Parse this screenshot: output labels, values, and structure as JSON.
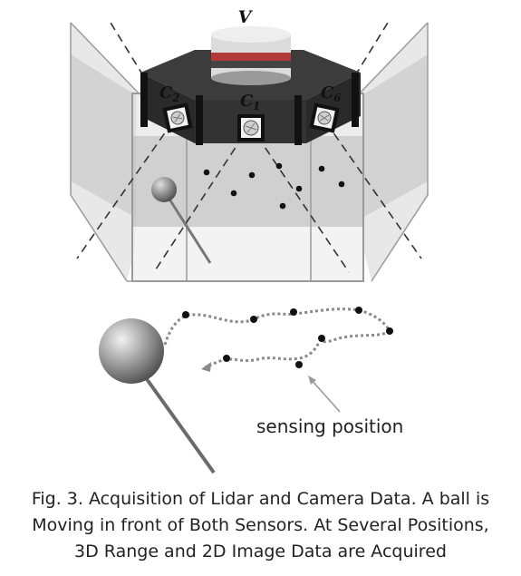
{
  "labels": {
    "vehicle": "V",
    "cam_left_letter": "C",
    "cam_left_sub": "2",
    "cam_center_letter": "C",
    "cam_center_sub": "1",
    "cam_right_letter": "C",
    "cam_right_sub": "6",
    "sensing": "sensing position"
  },
  "caption": {
    "line1": "Fig. 3. Acquisition of Lidar and Camera Data. A ball is",
    "line2": "Moving in front of Both Sensors. At Several Positions,",
    "line3": "3D Range and 2D Image Data are Acquired"
  },
  "colors": {
    "lidar_top": "#dcdcdc",
    "lidar_red_band": "#b33a3a",
    "lidar_dark_band": "#444444",
    "platform": "#3c3c3c",
    "frustum_fill": "#c8c8c8",
    "path": "#888888",
    "point": "#111111",
    "ball": "#9a9a9a"
  }
}
